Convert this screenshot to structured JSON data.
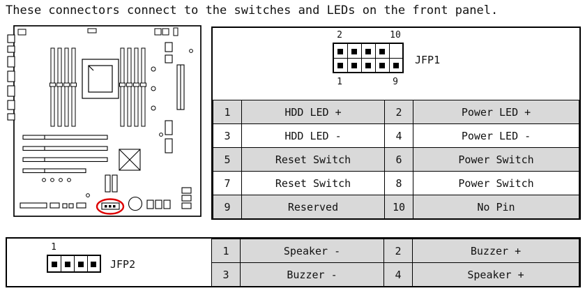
{
  "intro": {
    "text": "These connectors connect to the switches and LEDs on the front panel."
  },
  "jfp1": {
    "name": "JFP1",
    "pin_numbers": {
      "top_left": "2",
      "top_right": "10",
      "bottom_left": "1",
      "bottom_right": "9"
    },
    "rows": [
      {
        "pin_a": "1",
        "func_a": "HDD LED +",
        "pin_b": "2",
        "func_b": "Power LED +"
      },
      {
        "pin_a": "3",
        "func_a": "HDD LED -",
        "pin_b": "4",
        "func_b": "Power LED -"
      },
      {
        "pin_a": "5",
        "func_a": "Reset Switch",
        "pin_b": "6",
        "func_b": "Power Switch"
      },
      {
        "pin_a": "7",
        "func_a": "Reset Switch",
        "pin_b": "8",
        "func_b": "Power Switch"
      },
      {
        "pin_a": "9",
        "func_a": "Reserved",
        "pin_b": "10",
        "func_b": "No Pin"
      }
    ]
  },
  "jfp2": {
    "name": "JFP2",
    "pin_numbers": {
      "first": "1"
    },
    "rows": [
      {
        "pin_a": "1",
        "func_a": "Speaker -",
        "pin_b": "2",
        "func_b": "Buzzer +"
      },
      {
        "pin_a": "3",
        "func_a": "Buzzer -",
        "pin_b": "4",
        "func_b": "Speaker +"
      }
    ]
  },
  "colors": {
    "shaded_row": "#d9d9d9",
    "table_border": "#000000",
    "highlight_circle": "#dd0000",
    "text": "#111111"
  }
}
